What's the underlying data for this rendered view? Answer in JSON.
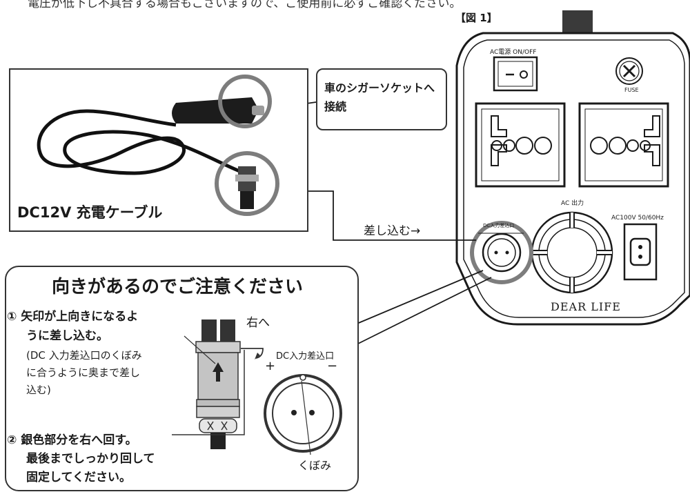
{
  "top_note": "電圧が低下し不具合する場合もございますので、ご使用前に必ずご確認ください。",
  "figure_label": "【図 1】",
  "cable": {
    "label": "DC12V 充電ケーブル",
    "callout_lines": [
      "車のシガーソケットへ",
      "接続"
    ],
    "insert_label": "差し込む→"
  },
  "panel": {
    "ac_switch_label": "AC電源 ON/OFF",
    "fuse_label": "FUSE",
    "ac_output_label": "AC 出力",
    "ac_spec_label": "AC100V 50/60Hz",
    "dc_input_label": "DC入力差込口",
    "brand": "DEAR LIFE"
  },
  "attention": {
    "title": "向きがあるのでご注意ください",
    "step1_line1": "① 矢印が上向きになるよ",
    "step1_line2": "うに差し込む。",
    "step1_note": [
      "(DC 入力差込口のくぼみ",
      "に合うように奥まで差し",
      "込む)"
    ],
    "step2_line1": "② 銀色部分を右へ回す。",
    "step2_line2": "最後までしっかり回して",
    "step2_line3": "固定してください。",
    "turn_label": "右へ",
    "dc_port_label": "DC入力差込口",
    "plus_sign": "+",
    "minus_sign": "−",
    "dent_label": "くぼみ"
  }
}
